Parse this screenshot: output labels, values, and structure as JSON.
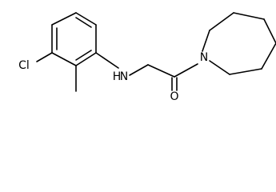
{
  "molecule": {
    "atom_labels": {
      "chlorine": "Cl",
      "amine": "H",
      "amine_n": "N",
      "carbonyl_oxygen": "O",
      "ring_nitrogen": "N"
    }
  }
}
